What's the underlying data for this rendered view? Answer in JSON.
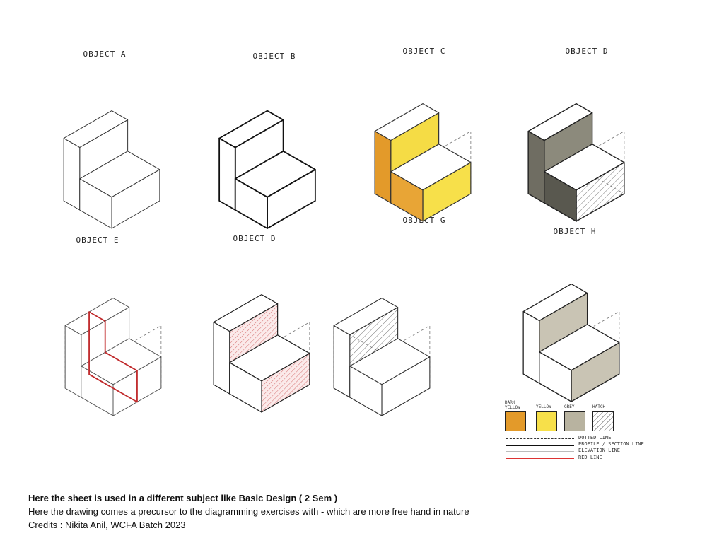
{
  "objects": [
    {
      "label": "OBJECT A",
      "style": "plain"
    },
    {
      "label": "OBJECT B",
      "style": "bold"
    },
    {
      "label": "OBJECT C",
      "style": "yellow"
    },
    {
      "label": "OBJECT D",
      "style": "grey"
    },
    {
      "label": "OBJECT E",
      "style": "red"
    },
    {
      "label": "OBJECT D",
      "style": "redhatch"
    },
    {
      "label": "OBJECT G",
      "style": "hatch"
    },
    {
      "label": "OBJECT H",
      "style": "greyprofile"
    }
  ],
  "legend": {
    "swatches": [
      {
        "label": "DARK YELLOW",
        "color": "#e39a2a"
      },
      {
        "label": "YELLOW",
        "color": "#f7e04a"
      },
      {
        "label": "GREY",
        "color": "#b8b3a0"
      },
      {
        "label": "HATCH",
        "color": "#ffffff"
      }
    ],
    "lines": [
      {
        "label": "DOTTED LINE"
      },
      {
        "label": "PROFILE / SECTION LINE"
      },
      {
        "label": "ELEVATION LINE"
      },
      {
        "label": "RED LINE"
      }
    ]
  },
  "caption": {
    "title": "Here the sheet is used in a different subject like Basic Design ( 2 Sem )",
    "line1": "Here the drawing comes a precursor to the diagramming exercises with - which are more free hand in nature",
    "credits": "Credits : Nikita Anil, WCFA Batch 2023"
  }
}
